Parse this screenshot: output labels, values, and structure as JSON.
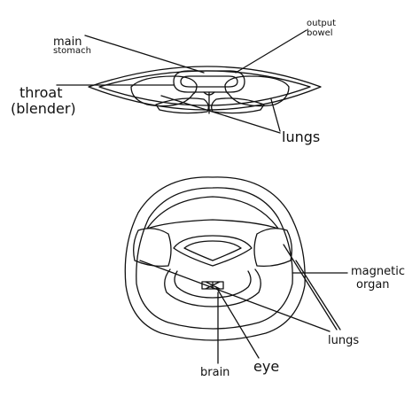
{
  "diagram": {
    "top_view": {
      "labels": {
        "main_stomach_1": "main",
        "main_stomach_2": "stomach",
        "output_bowel_1": "output",
        "output_bowel_2": "bowel",
        "throat_1": "throat",
        "throat_2": "(blender)",
        "lungs": "lungs"
      }
    },
    "bottom_view": {
      "labels": {
        "magnetic_organ_1": "magnetic",
        "magnetic_organ_2": "organ",
        "lungs": "lungs",
        "brain": "brain",
        "eye": "eye"
      }
    },
    "colors": {
      "ink": "#111111",
      "background": "#ffffff"
    }
  }
}
